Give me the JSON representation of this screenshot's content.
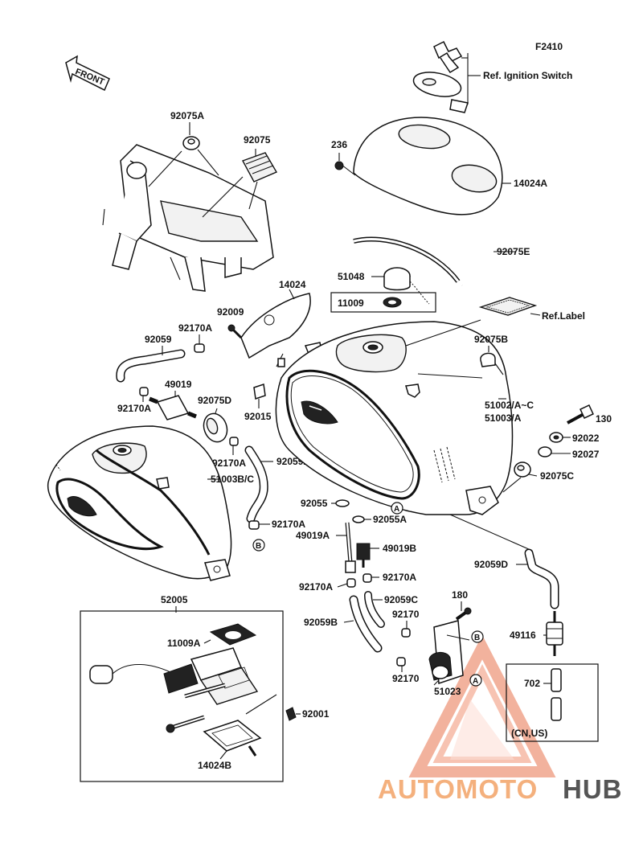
{
  "diagram_code": "F2410",
  "front_label": "FRONT",
  "callouts": {
    "ref_ignition_switch": "Ref. Ignition Switch",
    "ref_label": "Ref.Label",
    "p14024A": "14024A",
    "p236": "236",
    "p92075A": "92075A",
    "p92075": "92075",
    "p92075E": "92075E",
    "p51048": "51048",
    "p11009": "11009",
    "p14024": "14024",
    "p92009": "92009",
    "p92170A_1": "92170A",
    "p92059": "92059",
    "p92075B": "92075B",
    "p49019": "49019",
    "p92075D": "92075D",
    "p92170A_2": "92170A",
    "p92015": "92015",
    "p51002": "51002/A~C",
    "p51003A": "51003/A",
    "p130": "130",
    "p92022": "92022",
    "p92027": "92027",
    "p92075C": "92075C",
    "p92170A_3": "92170A",
    "p92059A": "92059A",
    "p51003BC": "51003B/C",
    "p92055": "92055",
    "p92055A": "92055A",
    "p92170A_4": "92170A",
    "p49019A": "49019A",
    "p49019B": "49019B",
    "p92059D": "92059D",
    "p92170A_5": "92170A",
    "p92170A_6": "92170A",
    "p52005": "52005",
    "p180": "180",
    "p92059C": "92059C",
    "p92059B": "92059B",
    "p92170_1": "92170",
    "p49116": "49116",
    "p11009A": "11009A",
    "p92170_2": "92170",
    "p51023": "51023",
    "p702": "702",
    "p92001": "92001",
    "p14024B": "14024B",
    "region_cn_us": "(CN,US)",
    "marker_a1": "A",
    "marker_a2": "A",
    "marker_b1": "B",
    "marker_b2": "B"
  },
  "watermark": {
    "part1": "AUTOMOTO",
    "part2": "HUB",
    "color_primary": "#f0a58c",
    "color_secondary": "#f7c98a",
    "color_dark": "#555555"
  }
}
